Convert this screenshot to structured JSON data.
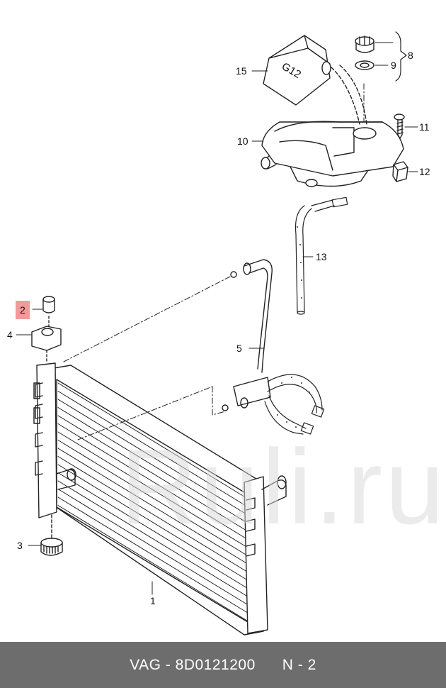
{
  "watermark": "Ruli.ru",
  "jug_label": "G12",
  "callouts": [
    {
      "id": "1",
      "text": "1"
    },
    {
      "id": "2",
      "text": "2",
      "highlighted": true
    },
    {
      "id": "3",
      "text": "3"
    },
    {
      "id": "4",
      "text": "4"
    },
    {
      "id": "5",
      "text": "5"
    },
    {
      "id": "8",
      "text": "8"
    },
    {
      "id": "9",
      "text": "9"
    },
    {
      "id": "10",
      "text": "10"
    },
    {
      "id": "11",
      "text": "11"
    },
    {
      "id": "12",
      "text": "12"
    },
    {
      "id": "13",
      "text": "13"
    },
    {
      "id": "15",
      "text": "15"
    }
  ],
  "footer": {
    "brand": "VAG",
    "part_number": "8D0121200",
    "page": "N - 2"
  },
  "colors": {
    "footer_bg": "#6d6d6d",
    "highlight": "#f29a9a"
  }
}
